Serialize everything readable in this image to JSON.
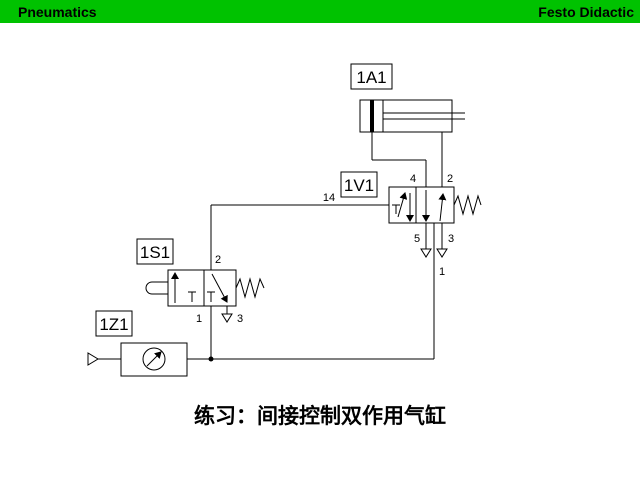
{
  "header": {
    "left": "Pneumatics",
    "right": "Festo Didactic"
  },
  "diagram": {
    "labels": {
      "cylinder": "1A1",
      "main_valve": "1V1",
      "button_valve": "1S1",
      "service_unit": "1Z1"
    },
    "ports": {
      "v1_4": "4",
      "v1_2": "2",
      "v1_14": "14",
      "v1_5": "5",
      "v1_3": "3",
      "v1_1": "1",
      "s1_2": "2",
      "s1_1": "1",
      "s1_3": "3"
    }
  },
  "caption": "练习：间接控制双作用气缸"
}
